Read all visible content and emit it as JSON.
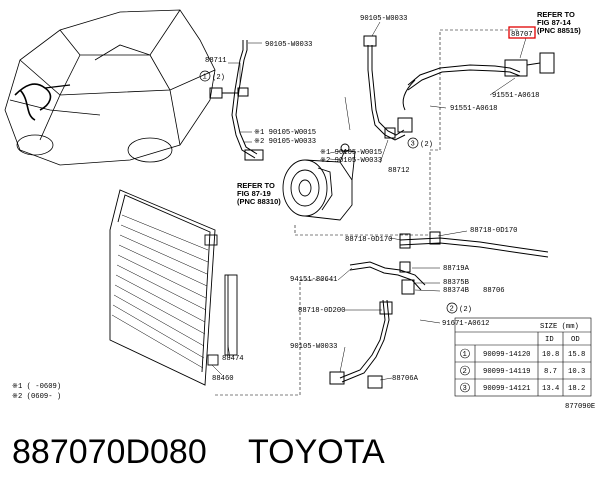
{
  "diagram": {
    "refs": {
      "ref_top_line1": "REFER TO",
      "ref_top_line2": "FIG 87-14",
      "ref_top_line3": "(PNC 88515)",
      "ref_mid_line1": "REFER TO",
      "ref_mid_line2": "FIG 87-19",
      "ref_mid_line3": "(PNC 88310)"
    },
    "labels": {
      "l_88707": "88707",
      "l_90105_w0033_a": "90105-W0033",
      "l_90105_w0033_b": "90105-W0033",
      "l_88711": "88711",
      "l_91551_a0618_a": "91551-A0618",
      "l_91551_a0618_b": "91551-A0618",
      "l_90105_w0015_a": "※1 90105-W0015",
      "l_90105_w0033_c": "※2 90105-W0033",
      "l_90105_w0015_b": "※1 90105-W0015",
      "l_90105_w0033_d": "※2 90105-W0033",
      "l_88712": "88712",
      "l_88718_0d170_a": "88718-0D170",
      "l_88718_0d170_b": "88718-0D170",
      "l_94151_80641": "94151-80641",
      "l_88719a": "88719A",
      "l_88375b": "88375B",
      "l_88374b": "88374B",
      "l_88706": "88706",
      "l_88718_0d200": "88718-0D200",
      "l_91671_a0612": "91671-A0612",
      "l_90105_w0033_e": "90105-W0033",
      "l_88706a": "88706A",
      "l_88474": "88474",
      "l_88460": "88460",
      "callout_1": "1",
      "callout_2": "2",
      "callout_3": "3",
      "callout_paren_1": "(2)",
      "callout_paren_2": "(2)",
      "callout_paren_3": "(2)",
      "note_1": "※1 (      -0609)",
      "note_2": "※2 (0609-      )",
      "fig_code": "877090E"
    },
    "size_table": {
      "title": "SIZE (mm)",
      "col_id": "ID",
      "col_od": "OD",
      "rows": [
        {
          "idx": "1",
          "part": "90099-14120",
          "id": "10.8",
          "od": "15.8"
        },
        {
          "idx": "2",
          "part": "90099-14119",
          "id": "8.7",
          "od": "10.3"
        },
        {
          "idx": "3",
          "part": "90099-14121",
          "id": "13.4",
          "od": "18.2"
        }
      ]
    }
  },
  "caption": {
    "part_number": "887070D080",
    "brand": "TOYOTA"
  }
}
